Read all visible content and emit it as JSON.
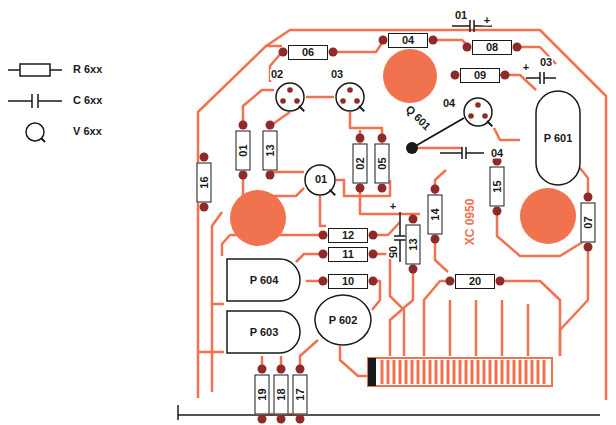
{
  "diagram": {
    "nodes": [
      {
        "text": [
          "04"
        ]
      },
      {
        "text": [
          "08"
        ]
      },
      {
        "text": [
          "06"
        ]
      },
      {
        "text": [
          "09"
        ]
      },
      {
        "text": [
          "02"
        ]
      },
      {
        "text": [
          "03"
        ]
      },
      {
        "text": [
          "04"
        ]
      },
      {
        "text": [
          "P 601"
        ]
      },
      {
        "text": [
          "16"
        ]
      },
      {
        "text": [
          "01"
        ]
      },
      {
        "text": [
          "13"
        ]
      },
      {
        "text": [
          "01"
        ]
      },
      {
        "text": [
          "02"
        ]
      },
      {
        "text": [
          "05"
        ]
      },
      {
        "text": [
          "15"
        ]
      },
      {
        "text": [
          "14"
        ]
      },
      {
        "text": [
          "07"
        ]
      },
      {
        "text": [
          "12"
        ]
      },
      {
        "text": [
          "13"
        ]
      },
      {
        "text": [
          "11"
        ]
      },
      {
        "text": [
          "P 604"
        ]
      },
      {
        "text": [
          "10"
        ]
      },
      {
        "text": [
          "20"
        ]
      },
      {
        "text": [
          "P 602"
        ]
      },
      {
        "text": [
          "P 603"
        ]
      },
      {
        "text": [
          "19"
        ]
      },
      {
        "text": [
          "18"
        ]
      },
      {
        "text": [
          "17"
        ]
      }
    ],
    "labels": [
      "01",
      "+",
      "03",
      "+",
      "Q 601",
      "04",
      "+",
      "05",
      "XC 0950"
    ],
    "legend": [
      {
        "text": "R 6xx"
      },
      {
        "text": "C 6xx"
      },
      {
        "text": "V 6xx"
      }
    ]
  }
}
